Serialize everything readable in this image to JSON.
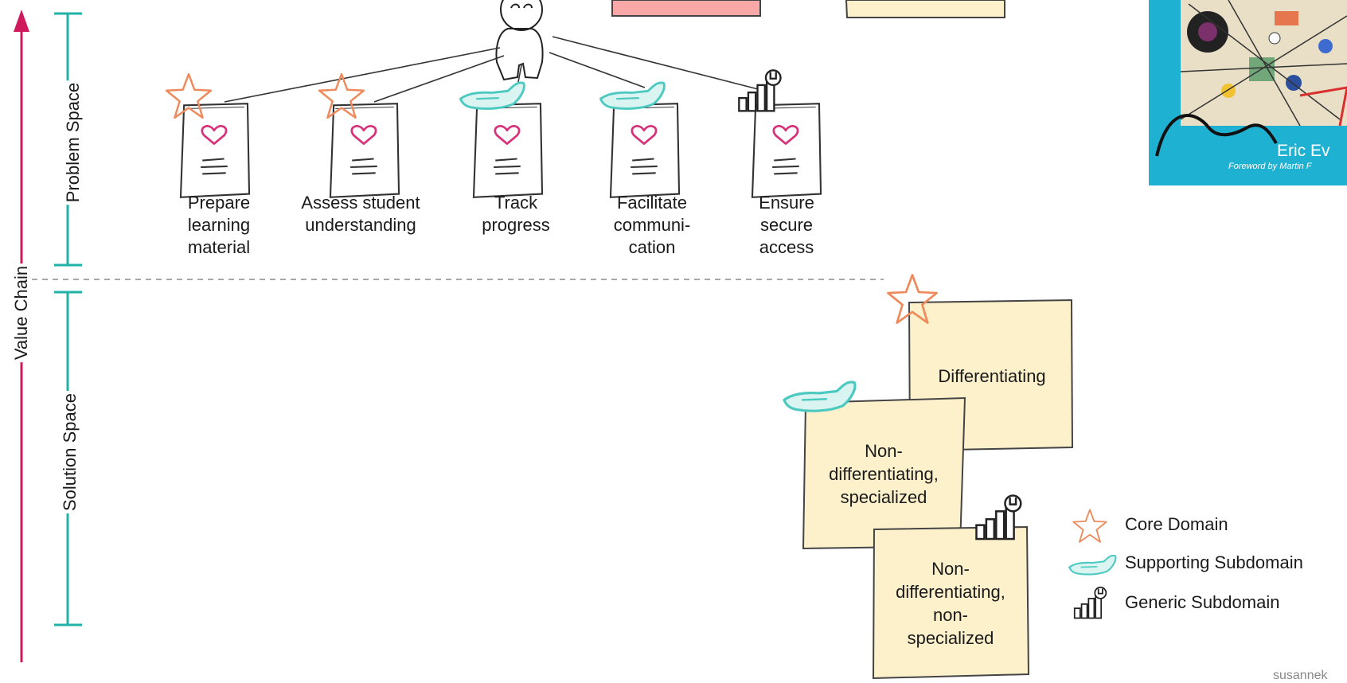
{
  "axes": {
    "value_chain": "Value Chain",
    "problem_space": "Problem Space",
    "solution_space": "Solution Space"
  },
  "tasks": [
    {
      "label": "Prepare learning material",
      "lines": [
        "Prepare",
        "learning",
        "material"
      ],
      "subdomain": "core"
    },
    {
      "label": "Assess student understanding",
      "lines": [
        "Assess student",
        "understanding"
      ],
      "subdomain": "core"
    },
    {
      "label": "Track progress",
      "lines": [
        "Track",
        "progress"
      ],
      "subdomain": "supporting"
    },
    {
      "label": "Facilitate communication",
      "lines": [
        "Facilitate",
        "communi-",
        "cation"
      ],
      "subdomain": "supporting"
    },
    {
      "label": "Ensure secure access",
      "lines": [
        "Ensure",
        "secure",
        "access"
      ],
      "subdomain": "generic"
    }
  ],
  "notes": [
    {
      "lines": [
        "Differentiating"
      ],
      "subdomain": "core"
    },
    {
      "lines": [
        "Non-",
        "differentiating,",
        "specialized"
      ],
      "subdomain": "supporting"
    },
    {
      "lines": [
        "Non-",
        "differentiating,",
        "non-",
        "specialized"
      ],
      "subdomain": "generic"
    }
  ],
  "legend": {
    "core": "Core Domain",
    "supporting": "Supporting Subdomain",
    "generic": "Generic Subdomain"
  },
  "book": {
    "author": "Eric Ev",
    "foreword": "Foreword by Martin F"
  },
  "footer": "susannek",
  "colors": {
    "value_chain_arrow": "#d0195c",
    "space_bracket": "#1fb2a7",
    "star": "#ee8a5c",
    "hand": "#4cc9c0",
    "heart": "#d6337a",
    "note_fill": "#fdf1cc",
    "pink_note": "#f9a7a7",
    "book_cover": "#1fb1d2"
  }
}
